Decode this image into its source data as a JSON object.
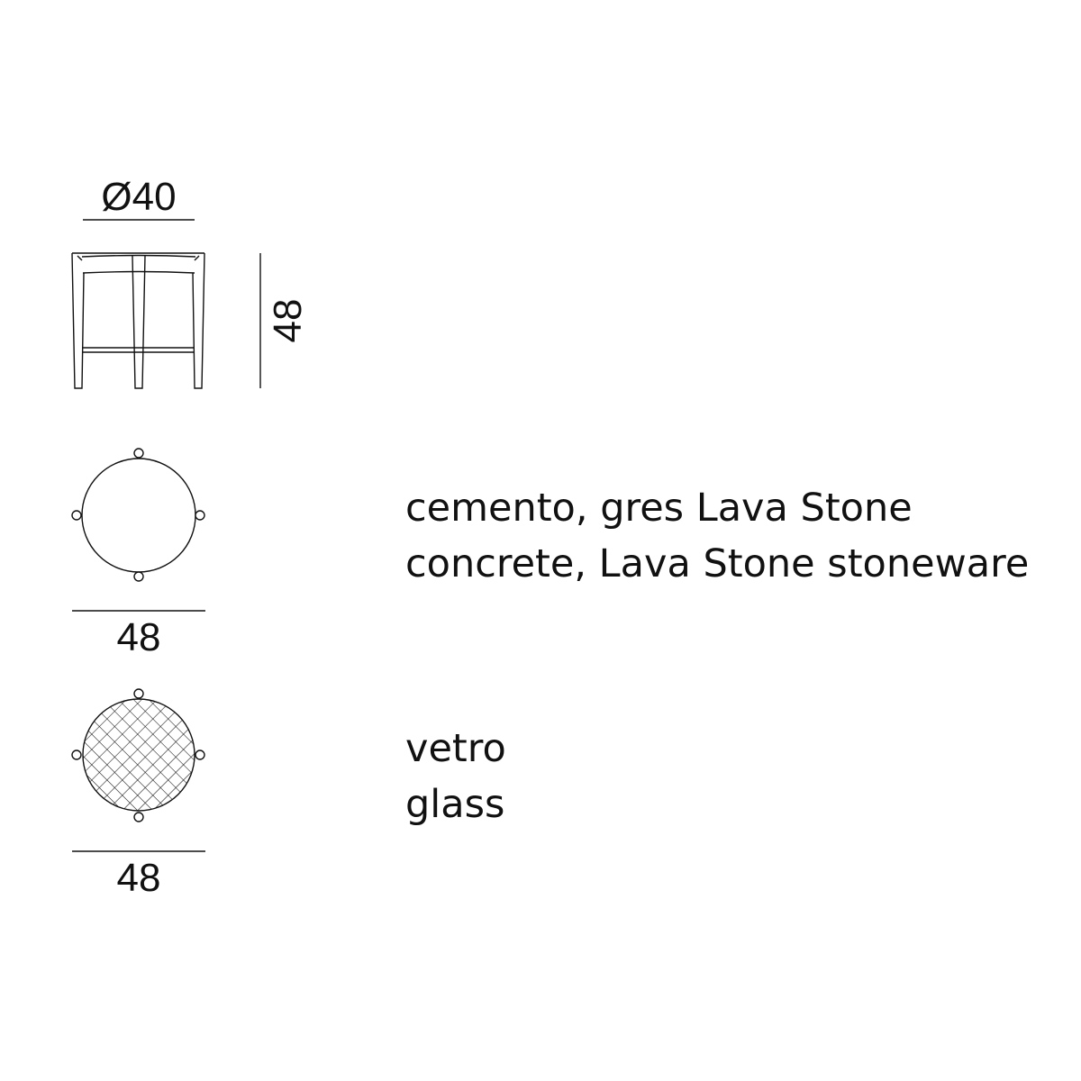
{
  "side_view": {
    "diameter_label": "Ø40",
    "height_label": "48"
  },
  "top_view_solid": {
    "width_label": "48",
    "material_it": "cemento, gres Lava Stone",
    "material_en": "concrete, Lava Stone stoneware"
  },
  "top_view_glass": {
    "width_label": "48",
    "material_it": "vetro",
    "material_en": "glass"
  },
  "colors": {
    "line": "#111111",
    "background": "#ffffff"
  }
}
